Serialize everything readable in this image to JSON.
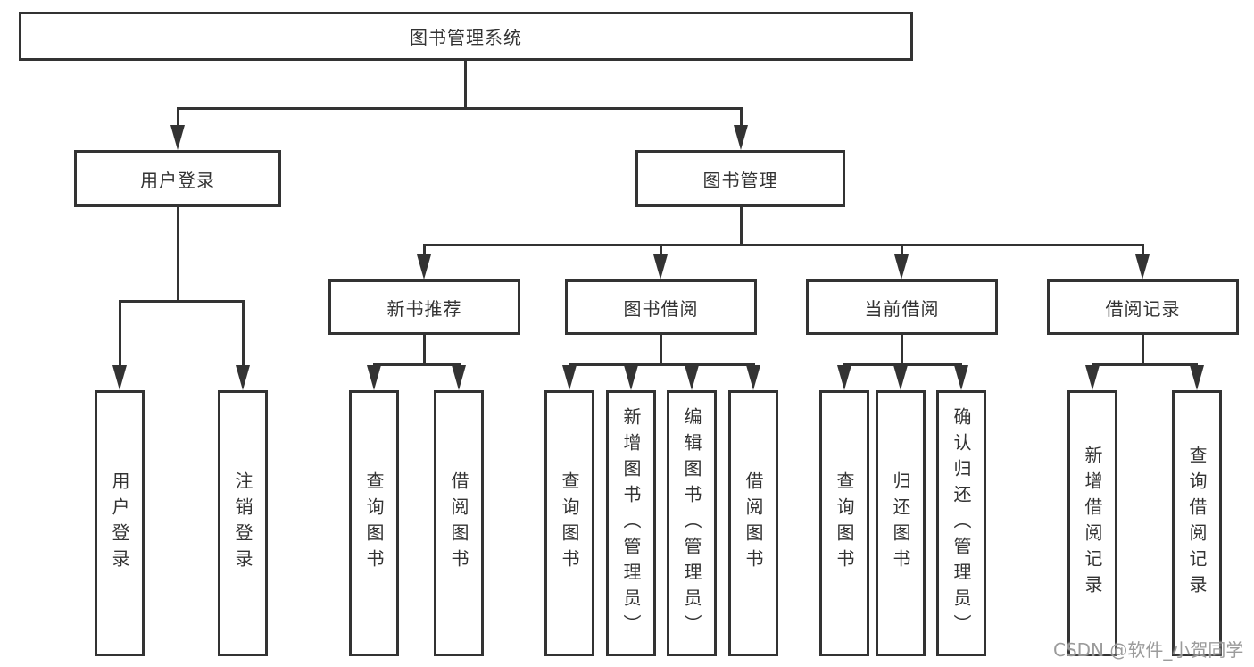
{
  "root": {
    "label": "图书管理系统"
  },
  "level2": {
    "user_login": {
      "label": "用户登录"
    },
    "book_management": {
      "label": "图书管理"
    }
  },
  "level3": {
    "new_book_recommend": {
      "label": "新书推荐"
    },
    "book_borrow": {
      "label": "图书借阅"
    },
    "current_borrow": {
      "label": "当前借阅"
    },
    "borrow_records": {
      "label": "借阅记录"
    }
  },
  "leaves": {
    "user_login_leaf": "用户登录",
    "logout_leaf": "注销登录",
    "recommend_query_books": "查询图书",
    "recommend_borrow_books": "借阅图书",
    "borrow_query_books": "查询图书",
    "borrow_add_books": "新增图书（管理员）",
    "borrow_edit_books": "编辑图书（管理员）",
    "borrow_borrow_books": "借阅图书",
    "current_query_books": "查询图书",
    "current_return_books": "归还图书",
    "current_confirm_return": "确认归还（管理员）",
    "records_add_record": "新增借阅记录",
    "records_query_record": "查询借阅记录"
  },
  "watermark": {
    "text": "CSDN @软件_小贺同学"
  },
  "colors": {
    "line": "#333333",
    "border": "#333333",
    "text": "#333333",
    "background": "#ffffff",
    "watermark": "#969696"
  }
}
